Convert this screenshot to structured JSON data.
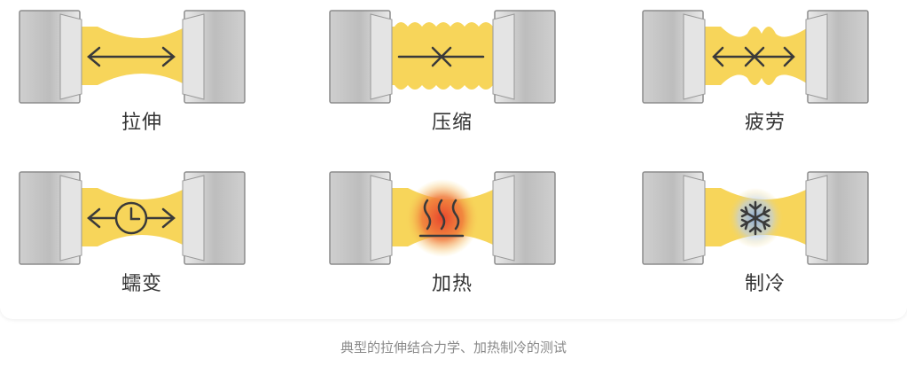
{
  "cells": [
    {
      "label": "拉伸",
      "icon": "double-arrow-icon"
    },
    {
      "label": "压缩",
      "icon": "converging-arrows-icon"
    },
    {
      "label": "疲劳",
      "icon": "oscillating-arrows-icon"
    },
    {
      "label": "蠕变",
      "icon": "clock-arrows-icon"
    },
    {
      "label": "加热",
      "icon": "heat-waves-icon"
    },
    {
      "label": "制冷",
      "icon": "snowflake-icon"
    }
  ],
  "caption": "典型的拉伸结合力学、加热制冷的测试",
  "colors": {
    "specimen": "#F7D55A",
    "grip": "#C8C8C8",
    "icon": "#3A3A3A",
    "heat": "#E8452C",
    "cold": "#7FA7E8"
  }
}
